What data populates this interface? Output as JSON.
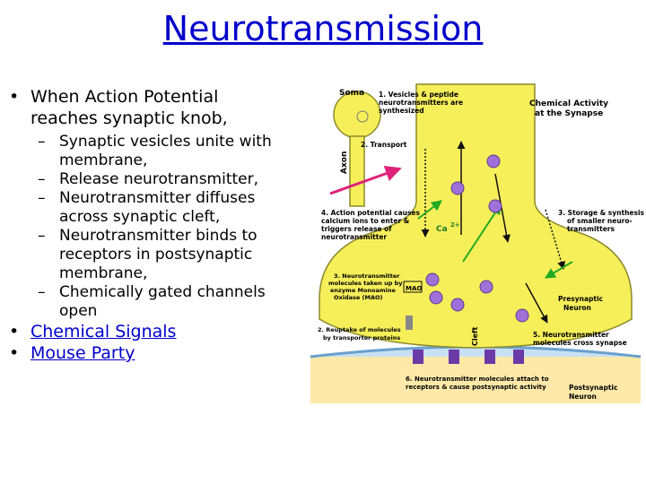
{
  "title": "Neurotransmission",
  "bullets": {
    "main": [
      "When Action Potential",
      "reaches synaptic knob,"
    ],
    "sub": [
      [
        "Synaptic vesicles unite with",
        "membrane,"
      ],
      [
        "Release neurotransmitter,"
      ],
      [
        "Neurotransmitter diffuses",
        "across synaptic cleft,"
      ],
      [
        "Neurotransmitter binds to",
        "receptors in postsynaptic",
        "membrane,"
      ],
      [
        "Chemically gated channels",
        "open"
      ]
    ],
    "links": [
      "Chemical Signals",
      "Mouse Party"
    ]
  },
  "diagram": {
    "soma": "Soma",
    "axon": "Axon",
    "header": [
      "Chemical Activity",
      "at the Synapse"
    ],
    "step1": [
      "1. Vesicles & peptide",
      "neurotransmitters are",
      "synthesized"
    ],
    "step2": "2. Transport",
    "step3": [
      "3. Storage & synthesis",
      "of smaller neuro-",
      "transmitters"
    ],
    "step4": [
      "4. Action potential causes",
      "calcium ions to enter &",
      "triggers release of",
      "neurotransmitter"
    ],
    "calcium": "Ca",
    "calcium_sup": "2+",
    "step5": [
      "5. Neurotransmitter",
      "molecules cross synapse"
    ],
    "step6": [
      "6. Neurotransmitter molecules attach to",
      "receptors & cause postsynaptic activity"
    ],
    "enzyme": [
      "3. Neurotransmitter",
      "molecules taken up by",
      "enzyme Monoamine",
      "Oxidase (MAO)"
    ],
    "mao": "MAO",
    "reuptake": [
      "2. Reuptake of molecules",
      "by transporter proteins"
    ],
    "cleft": "Cleft",
    "presynaptic": [
      "Presynaptic",
      "Neuron"
    ],
    "postsynaptic": [
      "Postsynaptic",
      "Neuron"
    ]
  }
}
